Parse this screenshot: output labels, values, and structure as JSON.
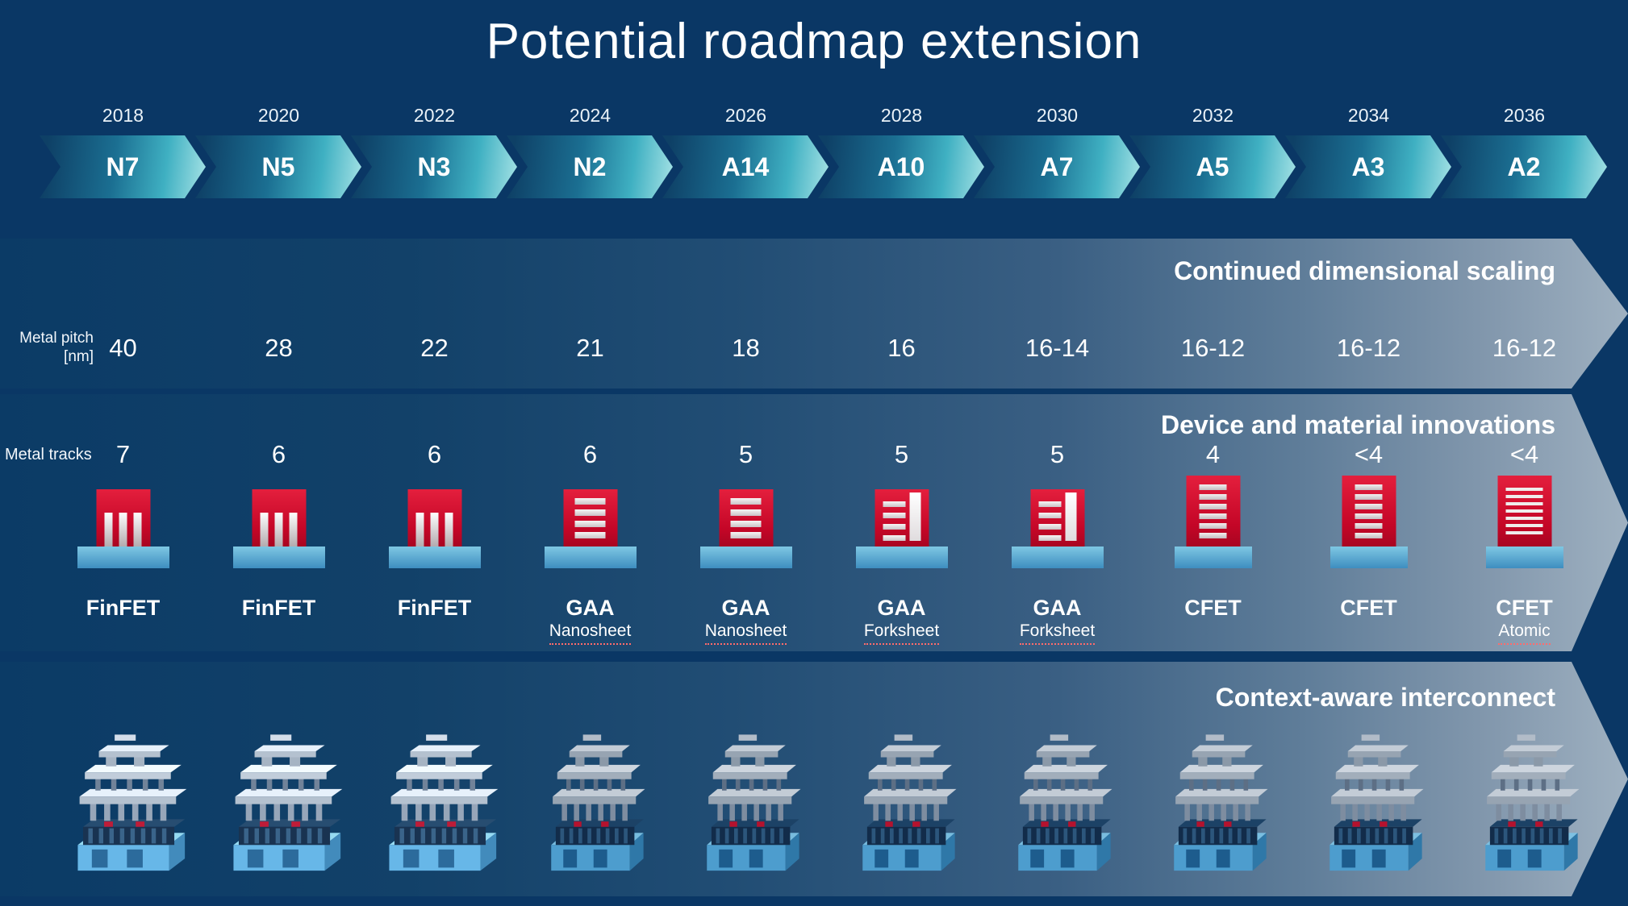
{
  "title": "Potential roadmap extension",
  "bands": {
    "scaling": {
      "title": "Continued dimensional scaling",
      "row_label_line1": "Metal pitch",
      "row_label_line2": "[nm]"
    },
    "device": {
      "title": "Device and material innovations",
      "row_label": "Metal tracks"
    },
    "interconnect": {
      "title": "Context-aware interconnect"
    }
  },
  "columns": [
    {
      "year": "2018",
      "node": "N7",
      "metal_pitch": "40",
      "metal_tracks": "7",
      "device_name": "FinFET",
      "device_sub": "",
      "device_type": "finfet"
    },
    {
      "year": "2020",
      "node": "N5",
      "metal_pitch": "28",
      "metal_tracks": "6",
      "device_name": "FinFET",
      "device_sub": "",
      "device_type": "finfet"
    },
    {
      "year": "2022",
      "node": "N3",
      "metal_pitch": "22",
      "metal_tracks": "6",
      "device_name": "FinFET",
      "device_sub": "",
      "device_type": "finfet"
    },
    {
      "year": "2024",
      "node": "N2",
      "metal_pitch": "21",
      "metal_tracks": "6",
      "device_name": "GAA",
      "device_sub": "Nanosheet",
      "device_type": "gaa-nanosheet"
    },
    {
      "year": "2026",
      "node": "A14",
      "metal_pitch": "18",
      "metal_tracks": "5",
      "device_name": "GAA",
      "device_sub": "Nanosheet",
      "device_type": "gaa-nanosheet"
    },
    {
      "year": "2028",
      "node": "A10",
      "metal_pitch": "16",
      "metal_tracks": "5",
      "device_name": "GAA",
      "device_sub": "Forksheet",
      "device_type": "gaa-forksheet"
    },
    {
      "year": "2030",
      "node": "A7",
      "metal_pitch": "16-14",
      "metal_tracks": "5",
      "device_name": "GAA",
      "device_sub": "Forksheet",
      "device_type": "gaa-forksheet"
    },
    {
      "year": "2032",
      "node": "A5",
      "metal_pitch": "16-12",
      "metal_tracks": "4",
      "device_name": "CFET",
      "device_sub": "",
      "device_type": "cfet"
    },
    {
      "year": "2034",
      "node": "A3",
      "metal_pitch": "16-12",
      "metal_tracks": "<4",
      "device_name": "CFET",
      "device_sub": "",
      "device_type": "cfet"
    },
    {
      "year": "2036",
      "node": "A2",
      "metal_pitch": "16-12",
      "metal_tracks": "<4",
      "device_name": "CFET",
      "device_sub": "Atomic",
      "device_type": "cfet-atomic"
    }
  ],
  "colors": {
    "background": "#0a3765",
    "chevron_teal": "#3fb0c2",
    "band_light_gray": "#9fb1c1",
    "device_red": "#c40627",
    "device_base_blue": "#58a8d4"
  },
  "icons": {
    "finfet": "finfet-cross-section-icon",
    "gaa_nanosheet": "gaa-nanosheet-cross-section-icon",
    "gaa_forksheet": "gaa-forksheet-cross-section-icon",
    "cfet": "cfet-cross-section-icon",
    "cfet_atomic": "cfet-atomic-cross-section-icon",
    "interconnect": "interconnect-3d-render"
  }
}
